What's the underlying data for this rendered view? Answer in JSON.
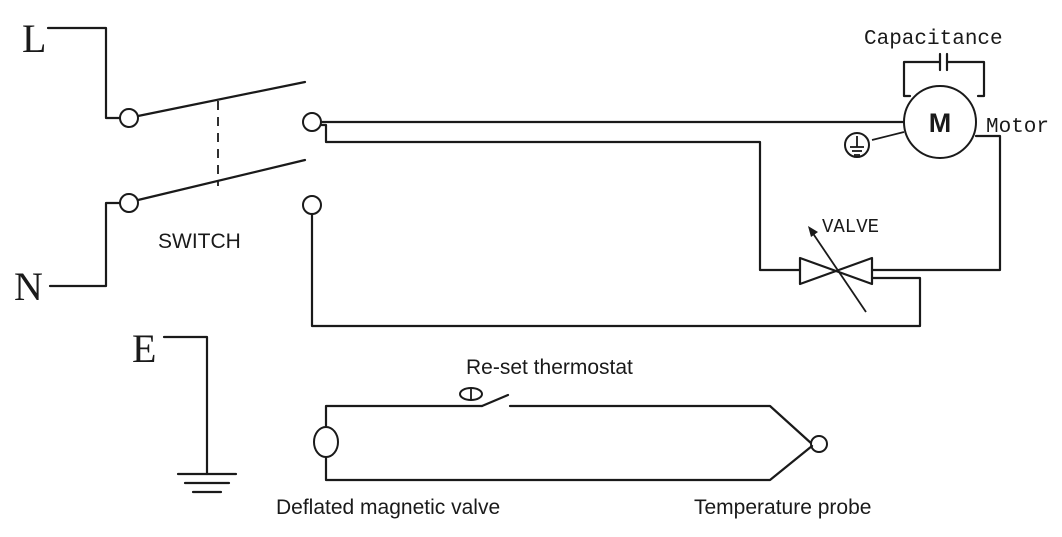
{
  "labels": {
    "line": "L",
    "neutral": "N",
    "earth": "E",
    "switch": "SWITCH",
    "capacitance": "Capacitance",
    "motor_symbol": "M",
    "motor": "Motor",
    "valve": "VALVE",
    "reset_thermostat": "Re-set thermostat",
    "deflated_valve": "Deflated magnetic valve",
    "temperature_probe": "Temperature probe"
  }
}
